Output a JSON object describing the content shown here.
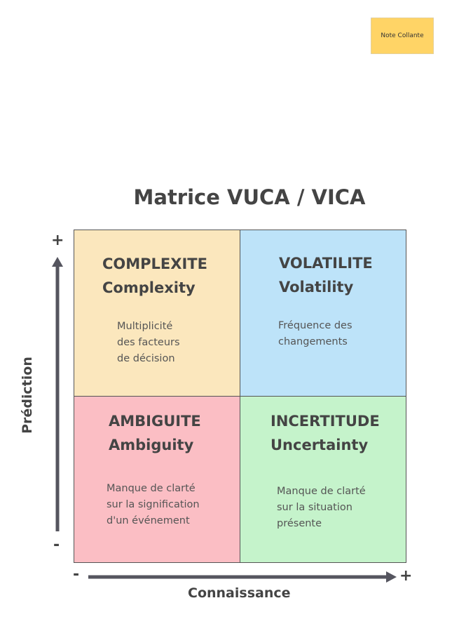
{
  "note": "Note Collante",
  "title": "Matrice VUCA / VICA",
  "quadrants": [
    {
      "title": "COMPLEXITE",
      "subtitle": "Complexity",
      "desc": [
        "Multiplicité",
        "des facteurs",
        "de décision"
      ],
      "color": "#fbe7bd"
    },
    {
      "title": "VOLATILITE",
      "subtitle": "Volatility",
      "desc": [
        "Fréquence des",
        "changements"
      ],
      "color": "#bde3f9"
    },
    {
      "title": "AMBIGUITE",
      "subtitle": "Ambiguity",
      "desc": [
        "Manque de clarté",
        "sur la signification",
        "d'un événement"
      ],
      "color": "#fbbec4"
    },
    {
      "title": "INCERTITUDE",
      "subtitle": "Uncertainty",
      "desc": [
        "Manque de clarté",
        "sur la situation",
        "présente"
      ],
      "color": "#c5f3cb"
    }
  ],
  "y_axis": {
    "label": "Prédiction",
    "plus": "+",
    "minus": "-"
  },
  "x_axis": {
    "label": "Connaissance",
    "plus": "+",
    "minus": "-"
  }
}
